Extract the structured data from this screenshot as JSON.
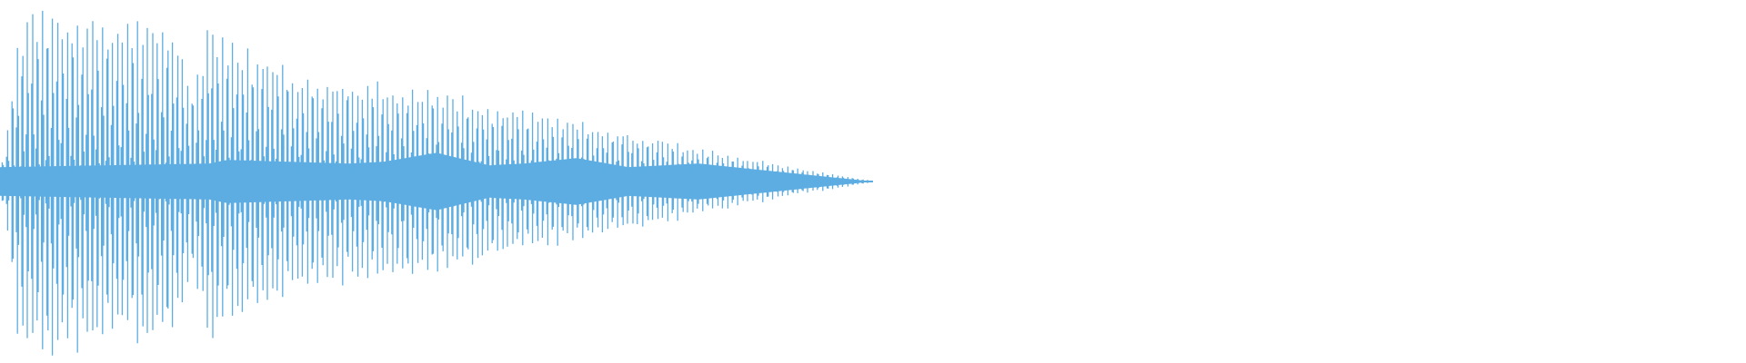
{
  "chart_data": {
    "type": "area",
    "title": "",
    "xlabel": "",
    "ylabel": "",
    "ylim": [
      -1,
      1
    ],
    "grid": false,
    "legend": "none",
    "series": [
      {
        "color": "#5DADE2",
        "envelope_x": [
          0.0,
          0.005,
          0.01,
          0.015,
          0.02,
          0.03,
          0.05,
          0.07,
          0.09,
          0.1,
          0.11,
          0.115,
          0.12,
          0.13,
          0.14,
          0.15,
          0.16,
          0.17,
          0.18,
          0.2,
          0.22,
          0.24,
          0.26,
          0.28,
          0.3,
          0.32,
          0.34,
          0.36,
          0.38,
          0.4,
          0.42,
          0.44,
          0.46,
          0.48,
          0.49,
          0.5
        ],
        "envelope_y": [
          0.05,
          0.35,
          0.85,
          0.95,
          0.98,
          1.0,
          0.95,
          0.9,
          0.92,
          0.88,
          0.55,
          0.7,
          0.95,
          0.8,
          0.78,
          0.72,
          0.68,
          0.62,
          0.6,
          0.58,
          0.56,
          0.54,
          0.5,
          0.45,
          0.4,
          0.36,
          0.32,
          0.28,
          0.24,
          0.19,
          0.15,
          0.11,
          0.07,
          0.04,
          0.02,
          0.005
        ],
        "inner_envelope_x": [
          0.0,
          0.12,
          0.13,
          0.2,
          0.22,
          0.25,
          0.28,
          0.3,
          0.33,
          0.36,
          0.4,
          0.44,
          0.48,
          0.5
        ],
        "inner_envelope_y": [
          0.08,
          0.1,
          0.12,
          0.1,
          0.11,
          0.16,
          0.09,
          0.1,
          0.13,
          0.08,
          0.1,
          0.06,
          0.02,
          0.0
        ]
      }
    ]
  }
}
